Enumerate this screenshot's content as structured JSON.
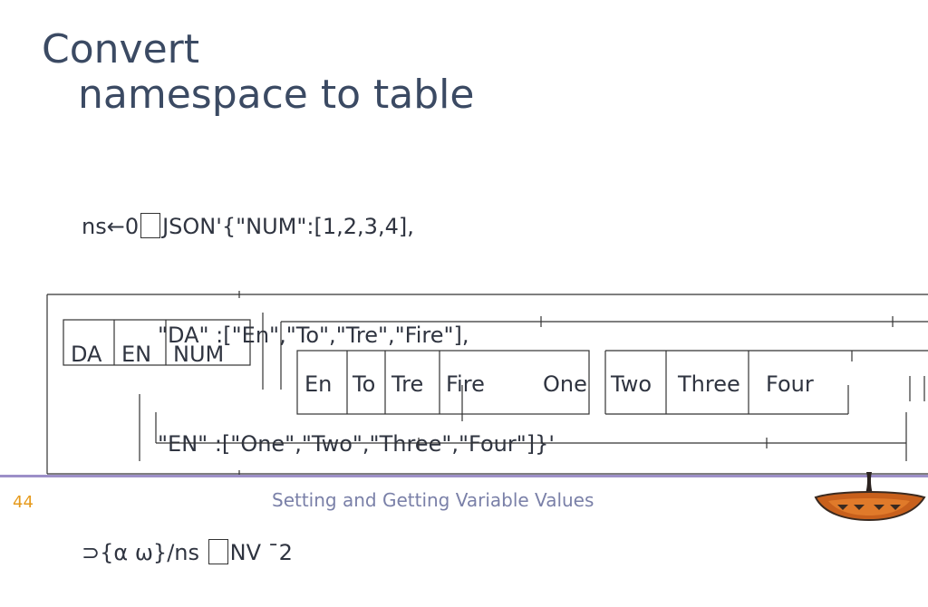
{
  "title": {
    "line1": "Convert",
    "line2": "namespace to table"
  },
  "code": {
    "line1_pre": "ns←0",
    "line1_post": "JSON'{\"NUM\":[1,2,3,4],",
    "line2": "\"DA\" :[\"En\",\"To\",\"Tre\",\"Fire\"],",
    "line3": "\"EN\" :[\"One\",\"Two\",\"Three\",\"Four\"]}'",
    "line4_pre": "⊃{α ω}/ns ",
    "line4_post": "NV ¯2"
  },
  "result": {
    "names": [
      "DA",
      "EN",
      "NUM"
    ],
    "da_values": [
      "En",
      "To",
      "Tre",
      "Fire"
    ],
    "en_values": [
      "One",
      "Two",
      "Three",
      "Four"
    ]
  },
  "footer": {
    "page_number": "44",
    "text": "Setting and Getting Variable Values"
  },
  "colors": {
    "title": "#3b4a63",
    "divider": "#9c8fc8",
    "page_number": "#e69a1c",
    "footer_text": "#7a80a8"
  }
}
